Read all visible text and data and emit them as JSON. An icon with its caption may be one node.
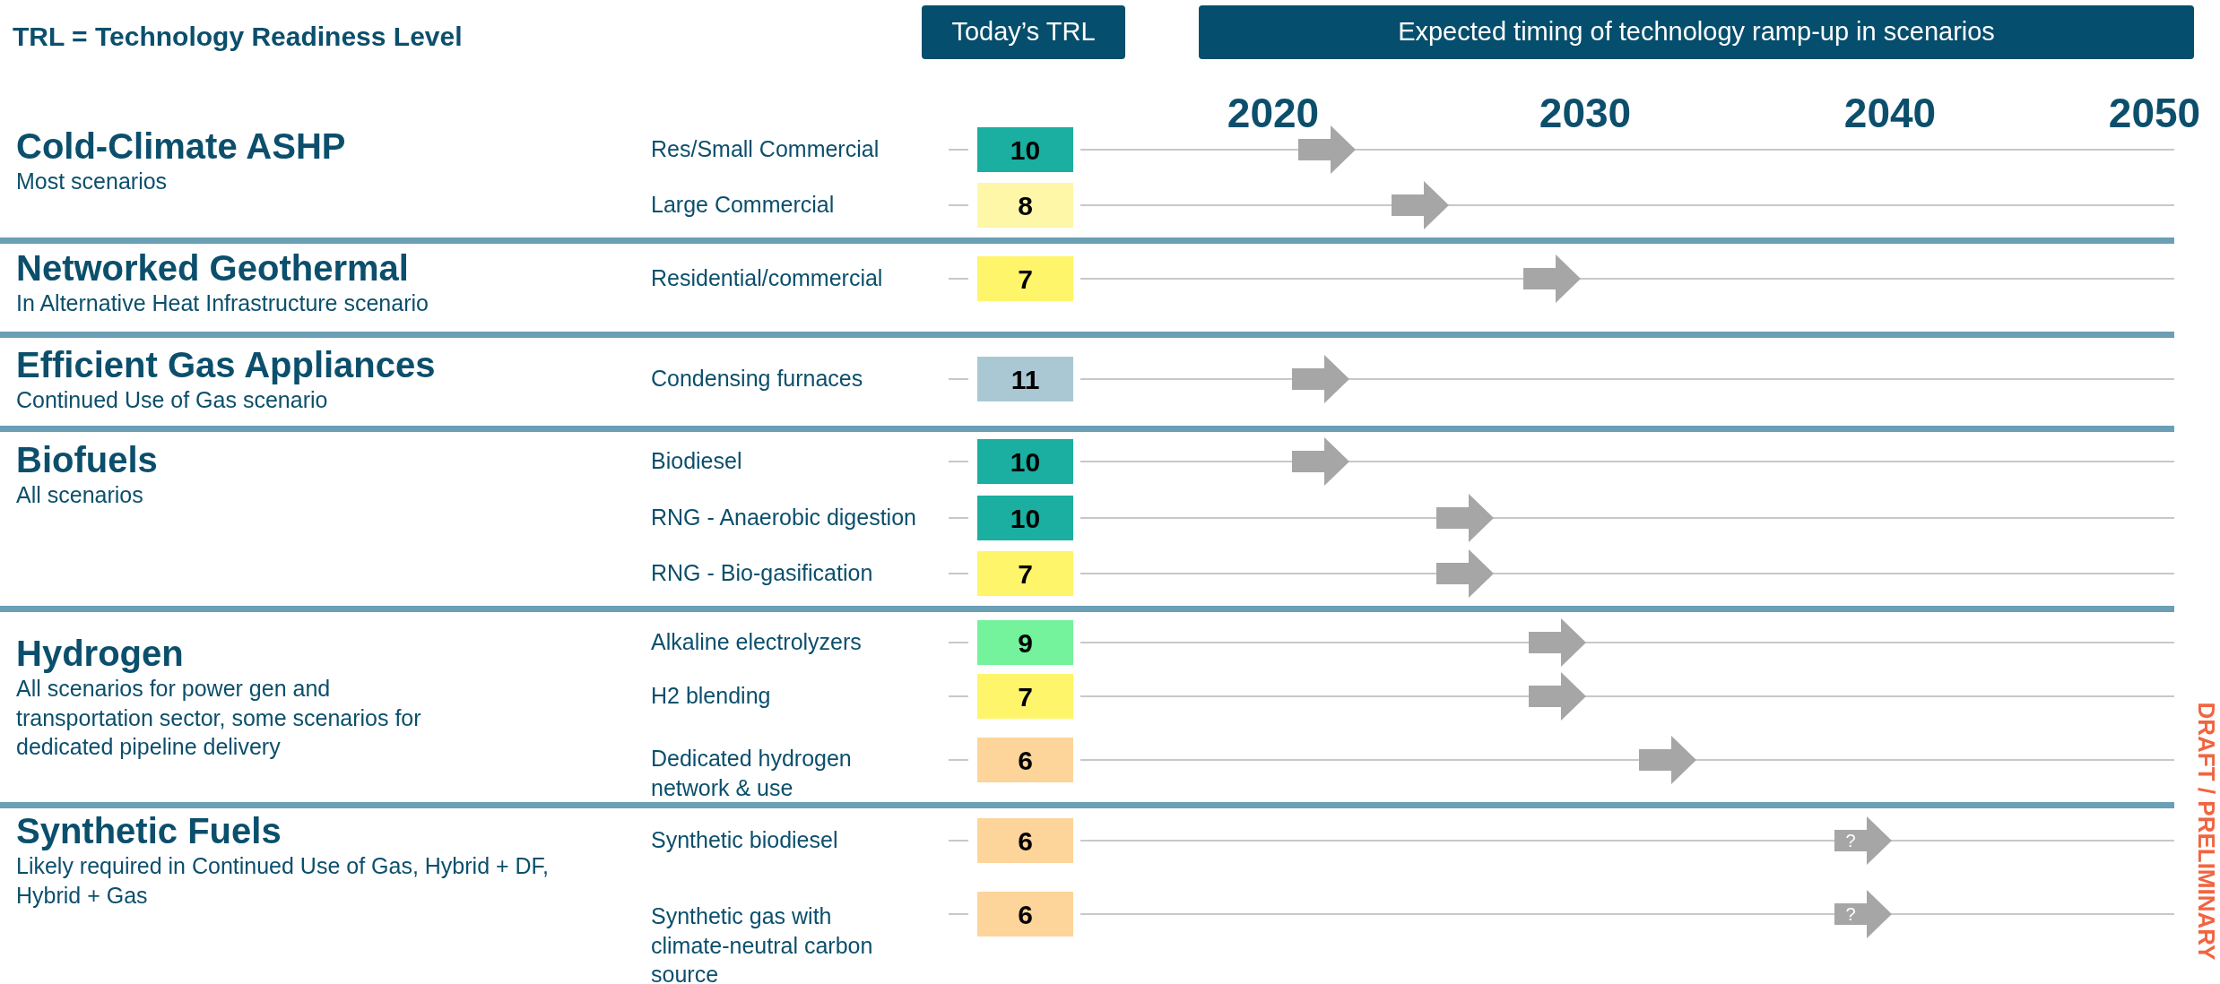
{
  "diagram": {
    "nodes": [
      {
        "text": [
          "Today’s TRL"
        ]
      },
      {
        "text": [
          "Expected timing of technology ramp-up in scenarios"
        ]
      },
      {
        "text": [
          "10"
        ]
      },
      {
        "text": [],
        "shape": "arrow"
      },
      {
        "text": [
          "8"
        ]
      },
      {
        "text": [],
        "shape": "arrow"
      },
      {
        "text": [
          "7"
        ]
      },
      {
        "text": [],
        "shape": "arrow"
      },
      {
        "text": [
          "11"
        ]
      },
      {
        "text": [],
        "shape": "arrow"
      },
      {
        "text": [
          "10"
        ]
      },
      {
        "text": [],
        "shape": "arrow"
      },
      {
        "text": [
          "10"
        ]
      },
      {
        "text": [],
        "shape": "arrow"
      },
      {
        "text": [
          "7"
        ]
      },
      {
        "text": [],
        "shape": "arrow"
      },
      {
        "text": [
          "9"
        ]
      },
      {
        "text": [],
        "shape": "arrow"
      },
      {
        "text": [
          "7"
        ]
      },
      {
        "text": [],
        "shape": "arrow"
      },
      {
        "text": [
          "6"
        ]
      },
      {
        "text": [],
        "shape": "arrow"
      },
      {
        "text": [
          "6"
        ]
      },
      {
        "text": [
          "?"
        ]
      },
      {
        "text": [
          "6"
        ]
      },
      {
        "text": [
          "?"
        ]
      }
    ],
    "edges": [],
    "labels": [
      "TRL = Technology Readiness Level",
      "2020",
      "2030",
      "2040",
      "2050",
      "Cold-Climate ASHP",
      "Most scenarios",
      "Networked Geothermal",
      "In Alternative Heat Infrastructure scenario",
      "Efficient Gas Appliances",
      "Continued Use of Gas scenario",
      "Biofuels",
      "All scenarios",
      "Hydrogen",
      "All scenarios for power gen and transportation sector, some scenarios for dedicated pipeline delivery",
      "Synthetic Fuels",
      "Likely required in Continued Use of Gas, Hybrid + DF, Hybrid + Gas",
      "DRAFT / PRELIMINARY",
      "Res/Small Commercial",
      "Large Commercial",
      "Residential/commercial",
      "Condensing furnaces",
      "Biodiesel",
      "RNG - Anaerobic digestion",
      "RNG - Bio-gasification",
      "Alkaline electrolyzers",
      "H2 blending",
      "Dedicated hydrogen network & use",
      "Synthetic biodiesel",
      "Synthetic gas with climate-neutral carbon source"
    ]
  }
}
